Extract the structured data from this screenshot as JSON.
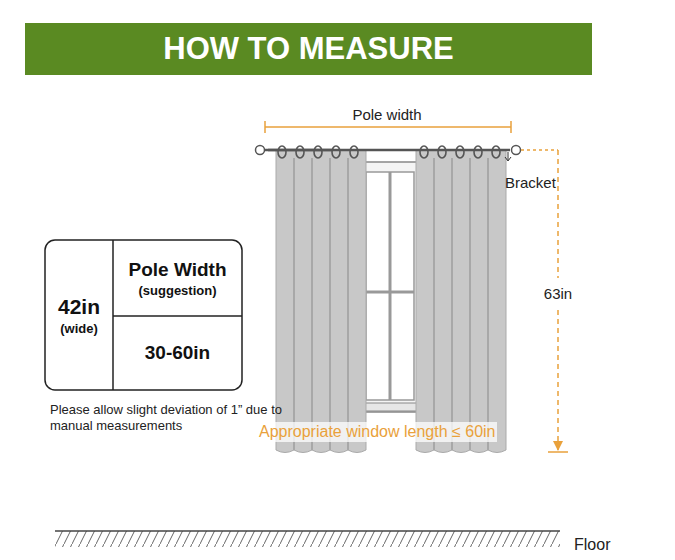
{
  "diagram": {
    "title": "HOW TO MEASURE",
    "nodes": [
      {
        "text": [
          "42in",
          "(wide)"
        ]
      },
      {
        "text": [
          "Pole Width",
          "(suggestion)"
        ]
      },
      {
        "text": [
          "30-60in"
        ]
      }
    ],
    "labels": [
      "Please allow slight deviation of 1” due to manual measurements",
      "Pole width",
      "Bracket",
      "63in",
      "Appropriate window length ≤ 60in",
      "Floor"
    ]
  }
}
